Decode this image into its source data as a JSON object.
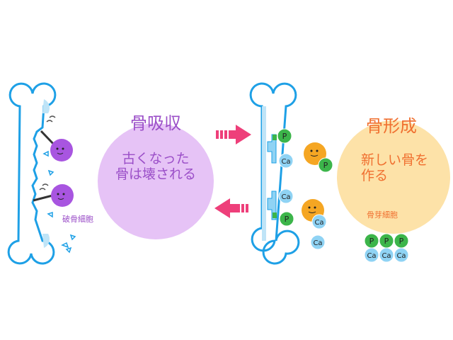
{
  "resorption": {
    "title": "骨吸収",
    "line1": "古くなった",
    "line2": "骨は壊される",
    "cell_label": "破骨細胞"
  },
  "formation": {
    "title": "骨形成",
    "line1": "新しい骨を",
    "line2": "作る",
    "cell_label": "骨芽細胞"
  },
  "mineral_labels": {
    "phosphorus": "P",
    "calcium": "Ca"
  },
  "colors": {
    "bone_outline": "#1ea0e6",
    "bone_fill_shade": "#bfe4f7",
    "resorption_circle": "#e6c3f6",
    "resorption_text": "#9b4fc8",
    "formation_circle": "#fde2a8",
    "formation_text": "#f07030",
    "arrow": "#ee3f7a",
    "osteoclast": "#a855e0",
    "osteoblast": "#f5a623",
    "phosphorus": "#3cb54a",
    "calcium": "#8fd3f4"
  }
}
